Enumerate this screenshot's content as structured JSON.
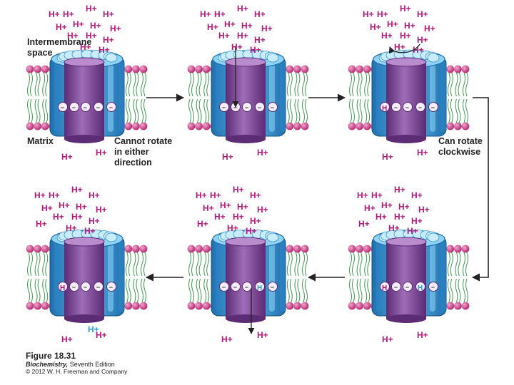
{
  "colors": {
    "proton": "#b5177a",
    "proton_blue": "#2a9fd6",
    "lipid_head": "#c0307e",
    "lipid_tail": "#3c9a4e",
    "ring_dark": "#2f86c8",
    "ring_light": "#8fd4f4",
    "rotor": "#7f4a98",
    "arrow": "#222222"
  },
  "proton_symbol": "H+",
  "labels": {
    "intermembrane": [
      "Intermembrane",
      "space"
    ],
    "matrix": "Matrix",
    "cannot_rotate": [
      "Cannot rotate",
      "in either",
      "direction"
    ],
    "can_rotate": [
      "Can rotate",
      "clockwise"
    ]
  },
  "caption": {
    "figure": "Figure 18.31",
    "book_title": "Biochemistry,",
    "book_edition": " Seventh Edition",
    "copyright": "© 2012 W. H. Freeman and Company"
  }
}
